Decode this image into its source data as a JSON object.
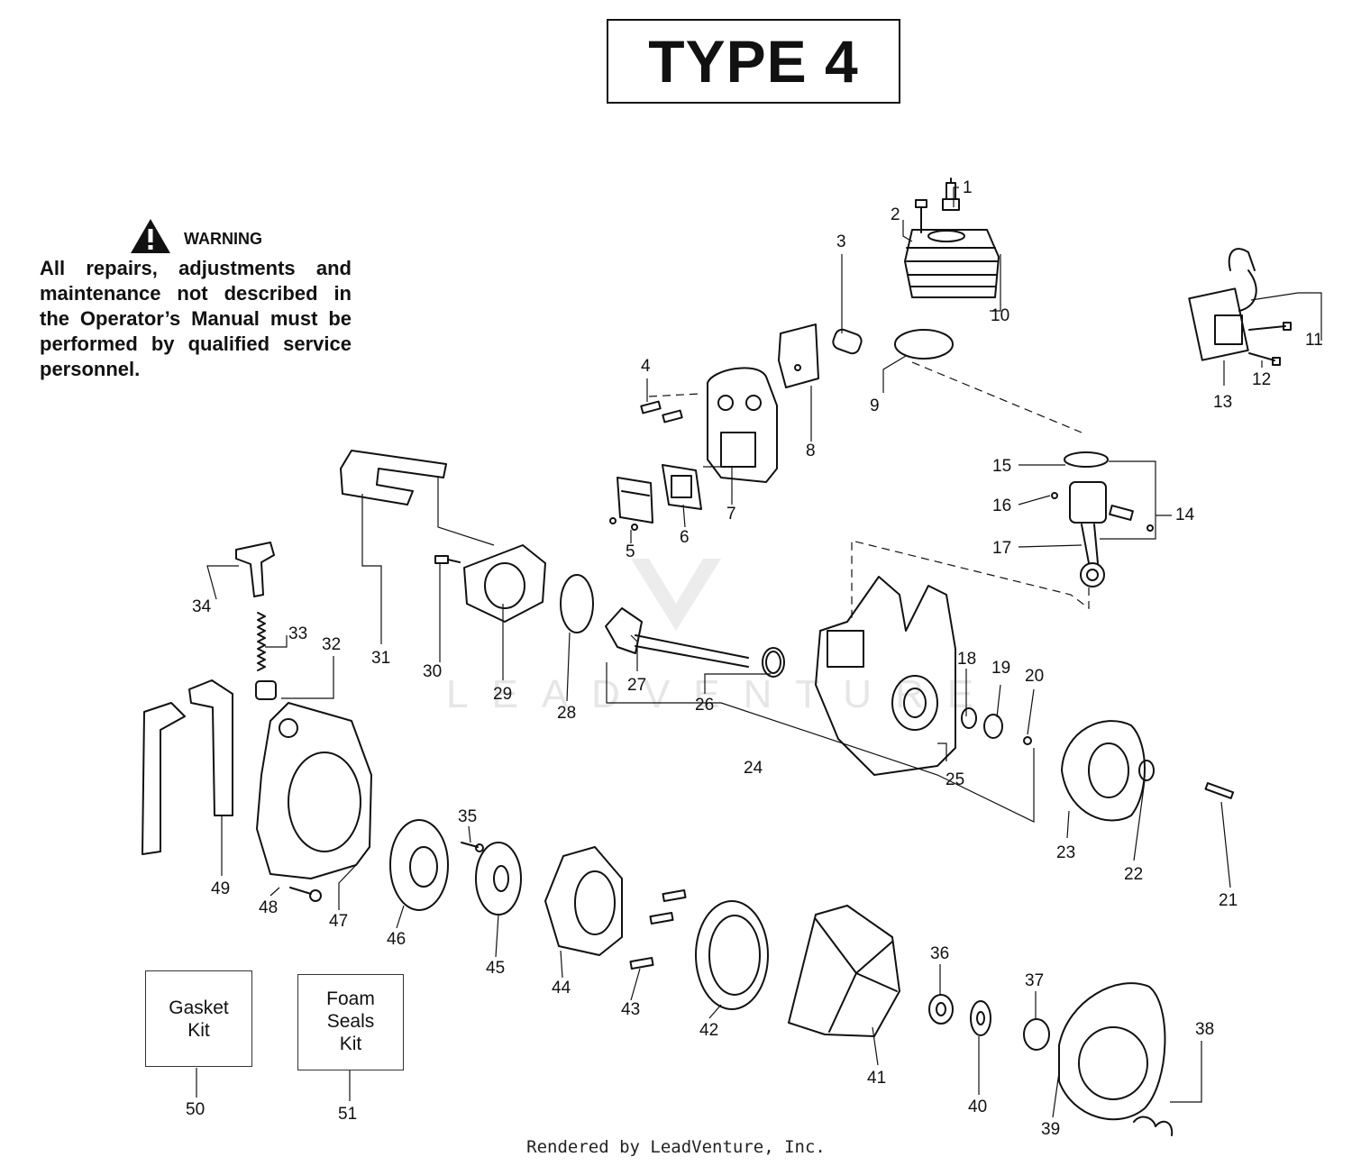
{
  "header": {
    "title": "TYPE 4"
  },
  "warning": {
    "label": "WARNING",
    "text": "All repairs, adjustments and maintenance not described in the Operator’s Manual must be performed by qualified service personnel."
  },
  "watermark": {
    "text": "LEADVENTURE"
  },
  "kits": [
    {
      "text": "Gasket Kit",
      "number": "50"
    },
    {
      "text": "Foam Seals Kit",
      "number": "51"
    }
  ],
  "callouts": [
    "1",
    "2",
    "3",
    "4",
    "5",
    "6",
    "7",
    "8",
    "9",
    "10",
    "11",
    "12",
    "13",
    "14",
    "15",
    "16",
    "17",
    "18",
    "19",
    "20",
    "21",
    "22",
    "23",
    "24",
    "25",
    "26",
    "27",
    "28",
    "29",
    "30",
    "31",
    "32",
    "33",
    "34",
    "35",
    "36",
    "37",
    "38",
    "39",
    "40",
    "41",
    "42",
    "43",
    "44",
    "45",
    "46",
    "47",
    "48",
    "49"
  ],
  "footer": {
    "text": "Rendered by LeadVenture, Inc."
  }
}
